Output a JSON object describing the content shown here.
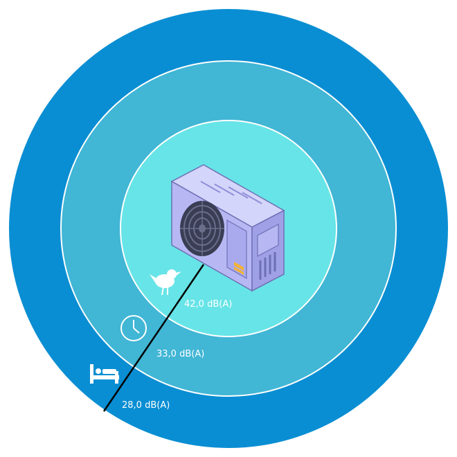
{
  "zones": [
    {
      "label": "42,0 dB(A)",
      "icon": "bird-icon",
      "color": "#67E4E7"
    },
    {
      "label": "33,0 dB(A)",
      "icon": "clock-icon",
      "color": "#41B6D5"
    },
    {
      "label": "28,0 dB(A)",
      "icon": "bed-icon",
      "color": "#0A8ED3"
    }
  ],
  "colors": {
    "outer_ring": "#0A8ED3",
    "middle_ring": "#41B6D5",
    "inner_ring": "#67E4E7",
    "ring_border": "#ffffff",
    "unit_body": "#B7B8F3",
    "unit_shadow": "#8E8FD8",
    "fan_grille": "#3A3D54",
    "unit_vent": "#F5B333",
    "distance_line": "#000000"
  },
  "device": {
    "icon": "air-conditioner-outdoor-unit-icon"
  }
}
